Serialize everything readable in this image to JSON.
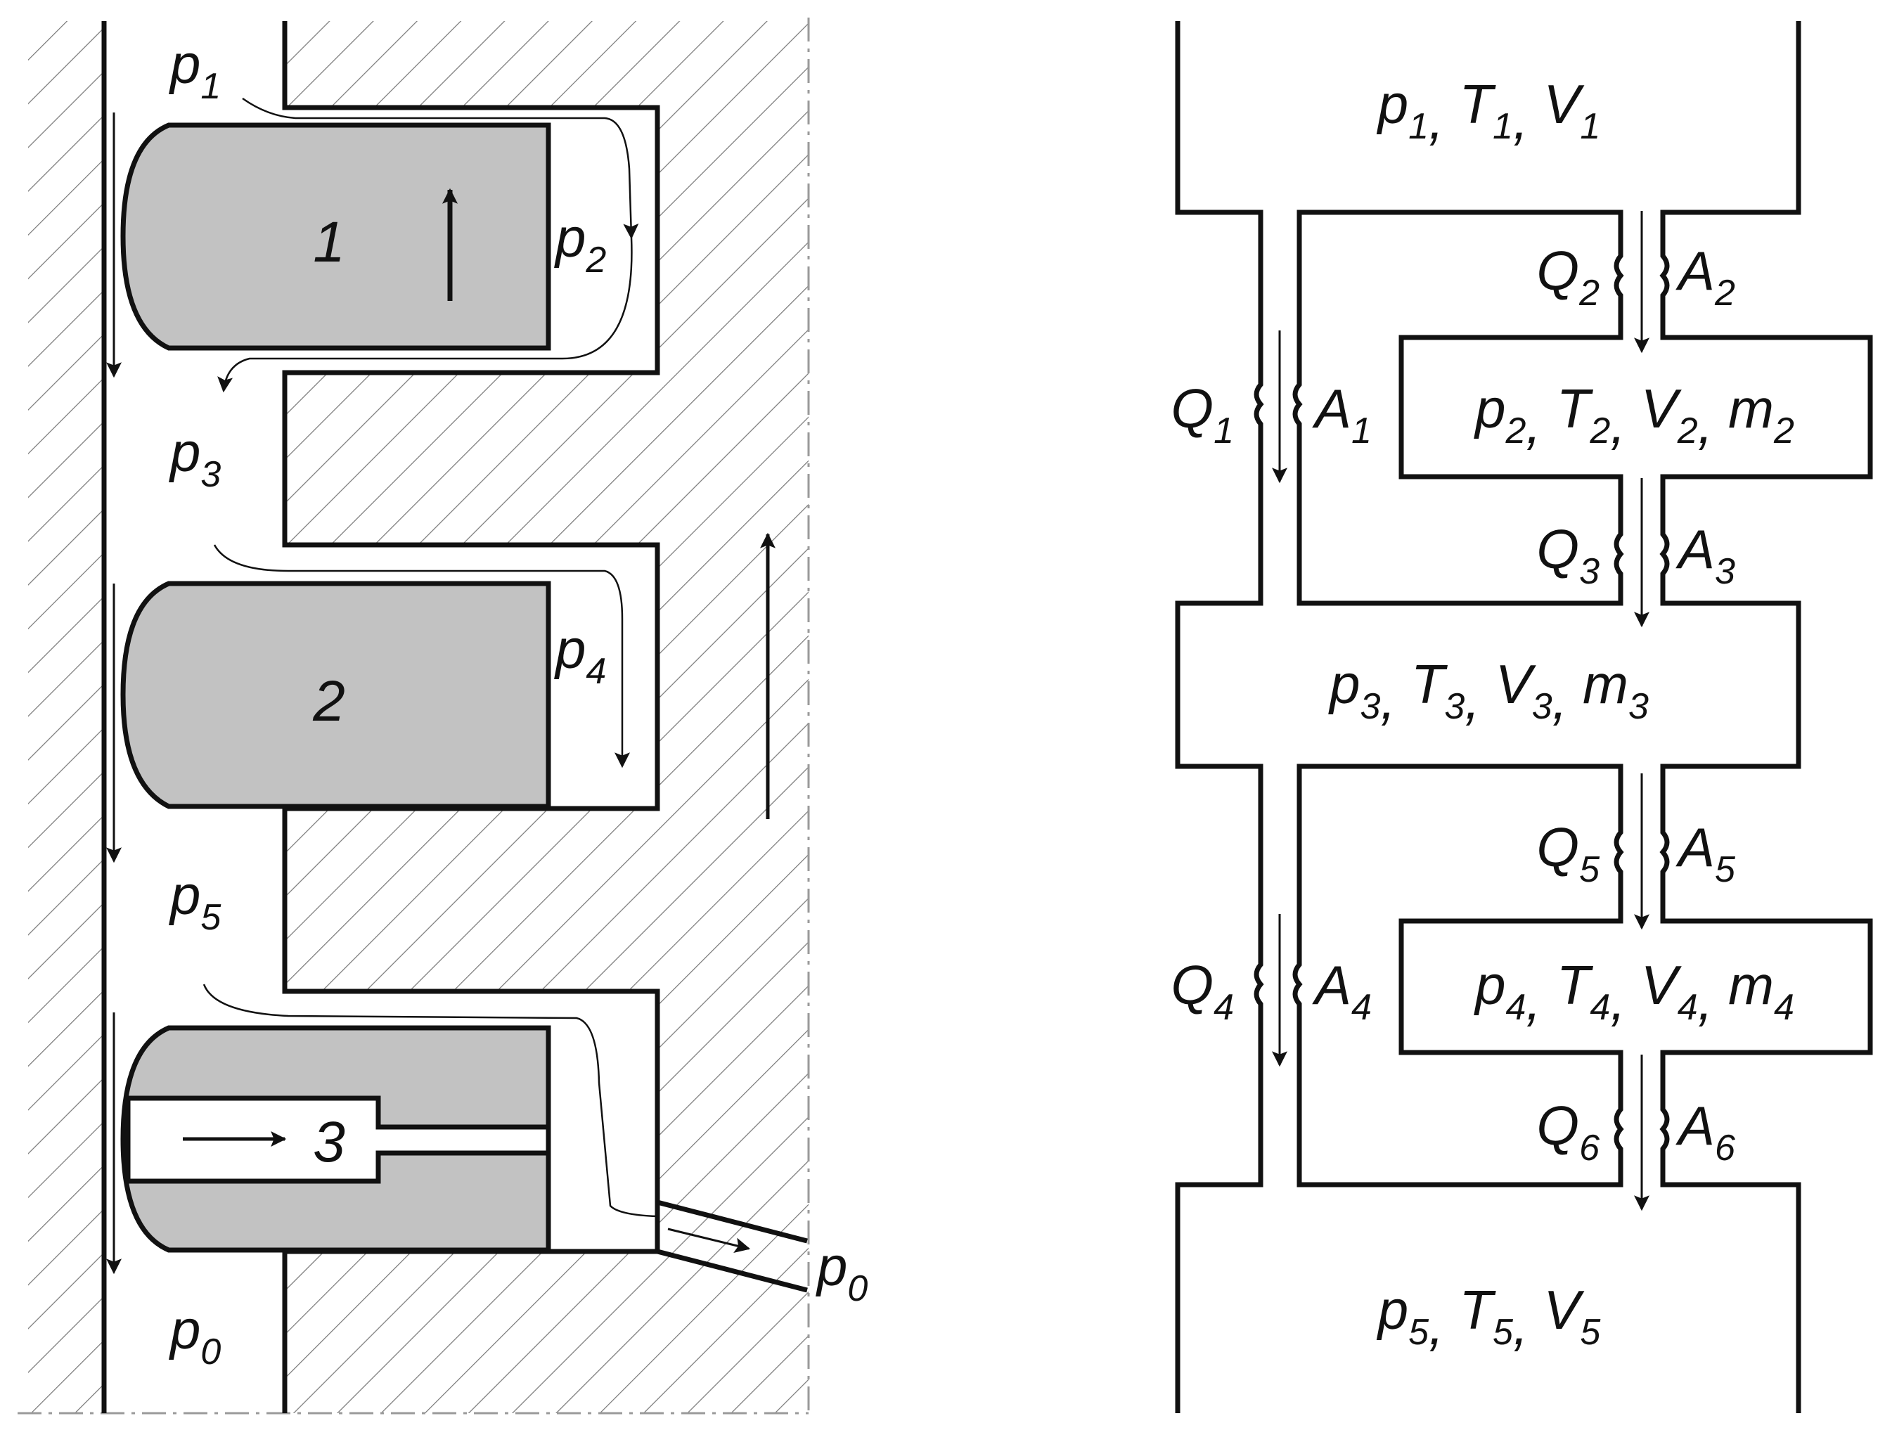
{
  "colors": {
    "line": "#111111",
    "piston_fill": "#c2c2c2",
    "hatch": "#7a7a7a",
    "centerline": "#9a9a9a",
    "background": "#ffffff"
  },
  "left_diagram": {
    "piston_numbers": [
      "1",
      "2",
      "3"
    ],
    "pressures": {
      "p1": {
        "base": "p",
        "sub": "1"
      },
      "p2": {
        "base": "p",
        "sub": "2"
      },
      "p3": {
        "base": "p",
        "sub": "3"
      },
      "p4": {
        "base": "p",
        "sub": "4"
      },
      "p5": {
        "base": "p",
        "sub": "5"
      },
      "p0_bottom": {
        "base": "p",
        "sub": "0"
      },
      "p0_outlet": {
        "base": "p",
        "sub": "0"
      }
    }
  },
  "right_diagram": {
    "chambers": [
      [
        {
          "base": "p",
          "sub": "1",
          "sep": ", "
        },
        {
          "base": "T",
          "sub": "1",
          "sep": ", "
        },
        {
          "base": "V",
          "sub": "1",
          "sep": ""
        }
      ],
      [
        {
          "base": "p",
          "sub": "2",
          "sep": ", "
        },
        {
          "base": "T",
          "sub": "2",
          "sep": ", "
        },
        {
          "base": "V",
          "sub": "2",
          "sep": ", "
        },
        {
          "base": "m",
          "sub": "2",
          "sep": ""
        }
      ],
      [
        {
          "base": "p",
          "sub": "3",
          "sep": ", "
        },
        {
          "base": "T",
          "sub": "3",
          "sep": ", "
        },
        {
          "base": "V",
          "sub": "3",
          "sep": ", "
        },
        {
          "base": "m",
          "sub": "3",
          "sep": ""
        }
      ],
      [
        {
          "base": "p",
          "sub": "4",
          "sep": ", "
        },
        {
          "base": "T",
          "sub": "4",
          "sep": ", "
        },
        {
          "base": "V",
          "sub": "4",
          "sep": ", "
        },
        {
          "base": "m",
          "sub": "4",
          "sep": ""
        }
      ],
      [
        {
          "base": "p",
          "sub": "5",
          "sep": ", "
        },
        {
          "base": "T",
          "sub": "5",
          "sep": ", "
        },
        {
          "base": "V",
          "sub": "5",
          "sep": ""
        }
      ]
    ],
    "flows": [
      {
        "q": {
          "base": "Q",
          "sub": "1"
        },
        "a": {
          "base": "A",
          "sub": "1"
        }
      },
      {
        "q": {
          "base": "Q",
          "sub": "2"
        },
        "a": {
          "base": "A",
          "sub": "2"
        }
      },
      {
        "q": {
          "base": "Q",
          "sub": "3"
        },
        "a": {
          "base": "A",
          "sub": "3"
        }
      },
      {
        "q": {
          "base": "Q",
          "sub": "4"
        },
        "a": {
          "base": "A",
          "sub": "4"
        }
      },
      {
        "q": {
          "base": "Q",
          "sub": "5"
        },
        "a": {
          "base": "A",
          "sub": "5"
        }
      },
      {
        "q": {
          "base": "Q",
          "sub": "6"
        },
        "a": {
          "base": "A",
          "sub": "6"
        }
      }
    ]
  }
}
